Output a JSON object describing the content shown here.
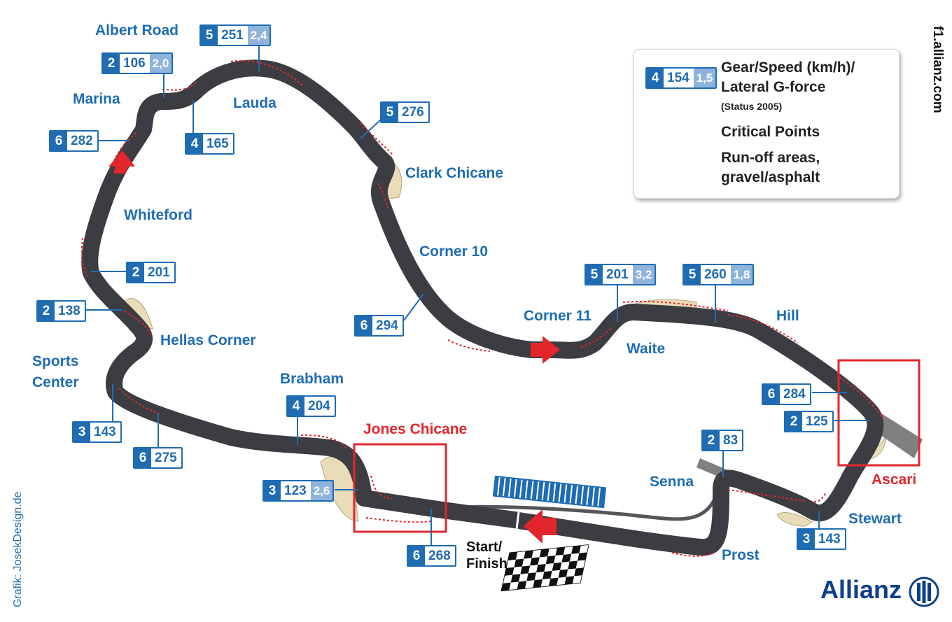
{
  "corners": {
    "albert_road": "Albert Road",
    "marina": "Marina",
    "lauda": "Lauda",
    "whiteford": "Whiteford",
    "clark_chicane": "Clark Chicane",
    "corner_10": "Corner 10",
    "corner_11": "Corner 11",
    "waite": "Waite",
    "hill": "Hill",
    "hellas_corner": "Hellas Corner",
    "sports_center": "Sports\nCenter",
    "brabham": "Brabham",
    "jones_chicane": "Jones Chicane",
    "ascari": "Ascari",
    "senna": "Senna",
    "stewart": "Stewart",
    "prost": "Prost"
  },
  "badges": {
    "albert_road": {
      "gear": "5",
      "speed": "251",
      "lateral": "2,4"
    },
    "marina": {
      "gear": "2",
      "speed": "106",
      "lateral": "2,0"
    },
    "straight_top_left": {
      "gear": "6",
      "speed": "282"
    },
    "lauda": {
      "gear": "4",
      "speed": "165"
    },
    "clark_entry": {
      "gear": "5",
      "speed": "276"
    },
    "whiteford": {
      "gear": "2",
      "speed": "201"
    },
    "hellas": {
      "gear": "2",
      "speed": "138"
    },
    "corner_10": {
      "gear": "6",
      "speed": "294"
    },
    "waite": {
      "gear": "5",
      "speed": "201",
      "lateral": "3,2"
    },
    "hill": {
      "gear": "5",
      "speed": "260",
      "lateral": "1,8"
    },
    "ascari_entry": {
      "gear": "6",
      "speed": "284"
    },
    "ascari": {
      "gear": "2",
      "speed": "125"
    },
    "sports_center": {
      "gear": "3",
      "speed": "143"
    },
    "after_sports": {
      "gear": "6",
      "speed": "275"
    },
    "brabham": {
      "gear": "4",
      "speed": "204"
    },
    "jones": {
      "gear": "3",
      "speed": "123",
      "lateral": "2,6"
    },
    "start_straight": {
      "gear": "6",
      "speed": "268"
    },
    "senna": {
      "gear": "2",
      "speed": "83"
    },
    "stewart": {
      "gear": "3",
      "speed": "143"
    }
  },
  "legend": {
    "sample": {
      "gear": "4",
      "speed": "154",
      "lateral": "1,5"
    },
    "gear_speed_line1": "Gear/Speed (km/h)/",
    "gear_speed_line2": "Lateral G-force",
    "status": "(Status 2005)",
    "critical_points": "Critical Points",
    "runoff_line1": "Run-off areas,",
    "runoff_line2": "gravel/asphalt"
  },
  "start_finish": "Start/\nFinish",
  "site": "f1.allianz.com",
  "credit": "Grafik: JosekDesign.de",
  "brand": "Allianz",
  "colors": {
    "track": "#3c3d42",
    "blue": "#1f6cb3",
    "red": "#e3262b",
    "gravel": "#e9dcb8",
    "asphalt_runoff": "#808080",
    "logo": "#0e3f8a"
  },
  "icons": [
    "direction-arrow-icon",
    "checkered-flag-icon",
    "allianz-logo-icon"
  ]
}
